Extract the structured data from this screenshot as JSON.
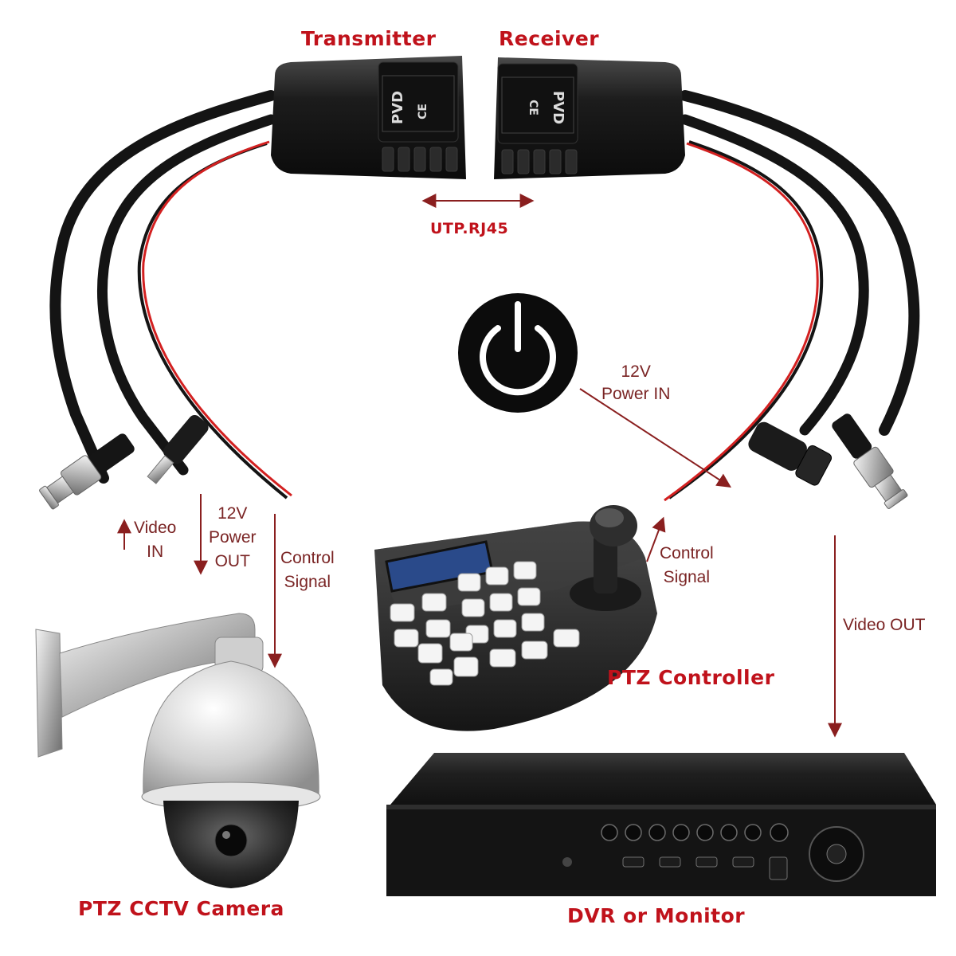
{
  "titles": {
    "transmitter": "Transmitter",
    "receiver": "Receiver",
    "utp": "UTP.RJ45",
    "ptz_controller": "PTZ Controller",
    "camera": "PTZ CCTV Camera",
    "dvr": "DVR or Monitor"
  },
  "notes": {
    "power_in_line1": "12V",
    "power_in_line2": "Power IN",
    "video_in_line1": "Video",
    "video_in_line2": "IN",
    "power_out_line1": "12V",
    "power_out_line2": "Power",
    "power_out_line3": "OUT",
    "control_left_line1": "Control",
    "control_left_line2": "Signal",
    "control_right_line1": "Control",
    "control_right_line2": "Signal",
    "video_out": "Video OUT"
  },
  "device_marks": {
    "balun_brand": "PVD",
    "balun_marks": "CE"
  },
  "colors": {
    "accent_red": "#c0121b",
    "arrow_dark_red": "#8a1f1f",
    "cable_black": "#141414",
    "wire_red": "#d32020",
    "device_black": "#1a1a1a",
    "camera_silver": "#d9d9d9"
  },
  "icons": [
    "power-icon"
  ]
}
